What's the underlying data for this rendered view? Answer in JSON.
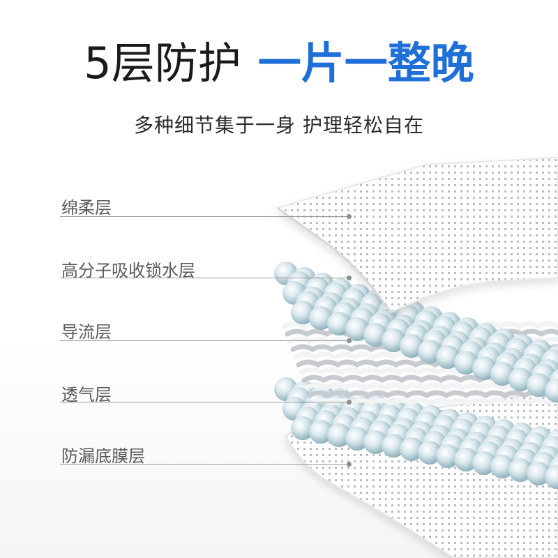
{
  "headline": {
    "dark_part": "5层防护",
    "blue_part": "一片一整晚",
    "blue_color": "#1f6fd8"
  },
  "subtitle": "多种细节集于一身 护理轻松自在",
  "layers": [
    {
      "label": "绵柔层",
      "kind": "perforated-sheet"
    },
    {
      "label": "高分子吸收锁水层",
      "kind": "bead-layer"
    },
    {
      "label": "导流层",
      "kind": "wave-layer"
    },
    {
      "label": "透气层",
      "kind": "bead-layer"
    },
    {
      "label": "防漏底膜层",
      "kind": "perforated-sheet"
    }
  ]
}
